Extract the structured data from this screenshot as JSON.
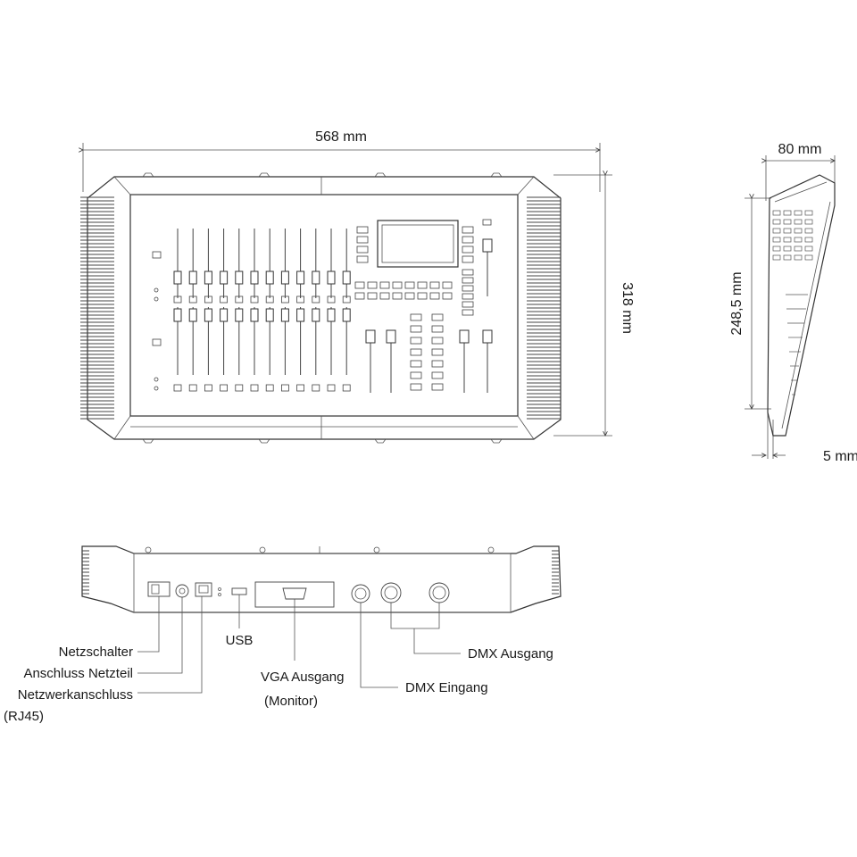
{
  "dimensions": {
    "width": "568 mm",
    "height": "318 mm",
    "depth": "80 mm",
    "side_height": "248,5 mm",
    "foot": "5 mm"
  },
  "connectors": {
    "power_switch": "Netzschalter",
    "power_supply": "Anschluss Netzteil",
    "network": "Netzwerkanschluss",
    "network_sub": "(RJ45)",
    "usb": "USB",
    "vga": "VGA Ausgang",
    "vga_sub": "(Monitor)",
    "dmx_in": "DMX Eingang",
    "dmx_out": "DMX Ausgang"
  }
}
